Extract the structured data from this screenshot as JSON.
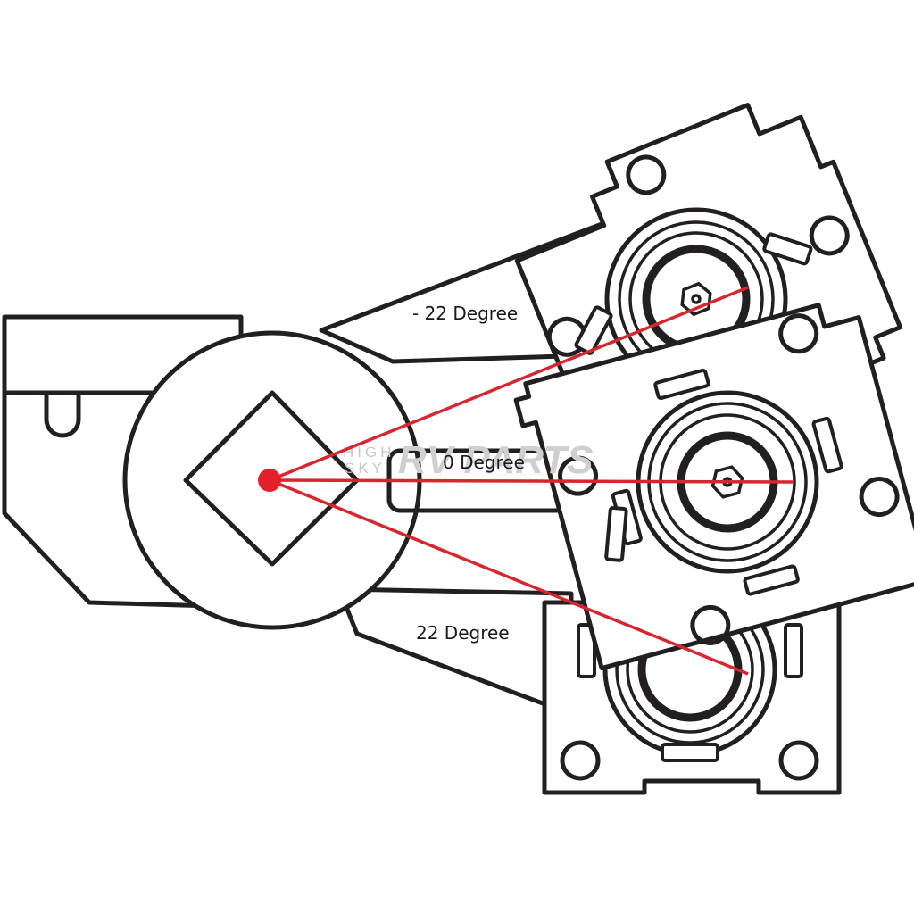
{
  "labels": {
    "angle_negative": "- 22 Degree",
    "angle_zero": "0 Degree",
    "angle_positive": "22 Degree"
  },
  "watermark": {
    "line1": "HIGH",
    "line2": "SKY",
    "brand": "RV PARTS"
  },
  "colors": {
    "line": "#231f20",
    "laser": "#d7262e",
    "background": "#ffffff"
  }
}
